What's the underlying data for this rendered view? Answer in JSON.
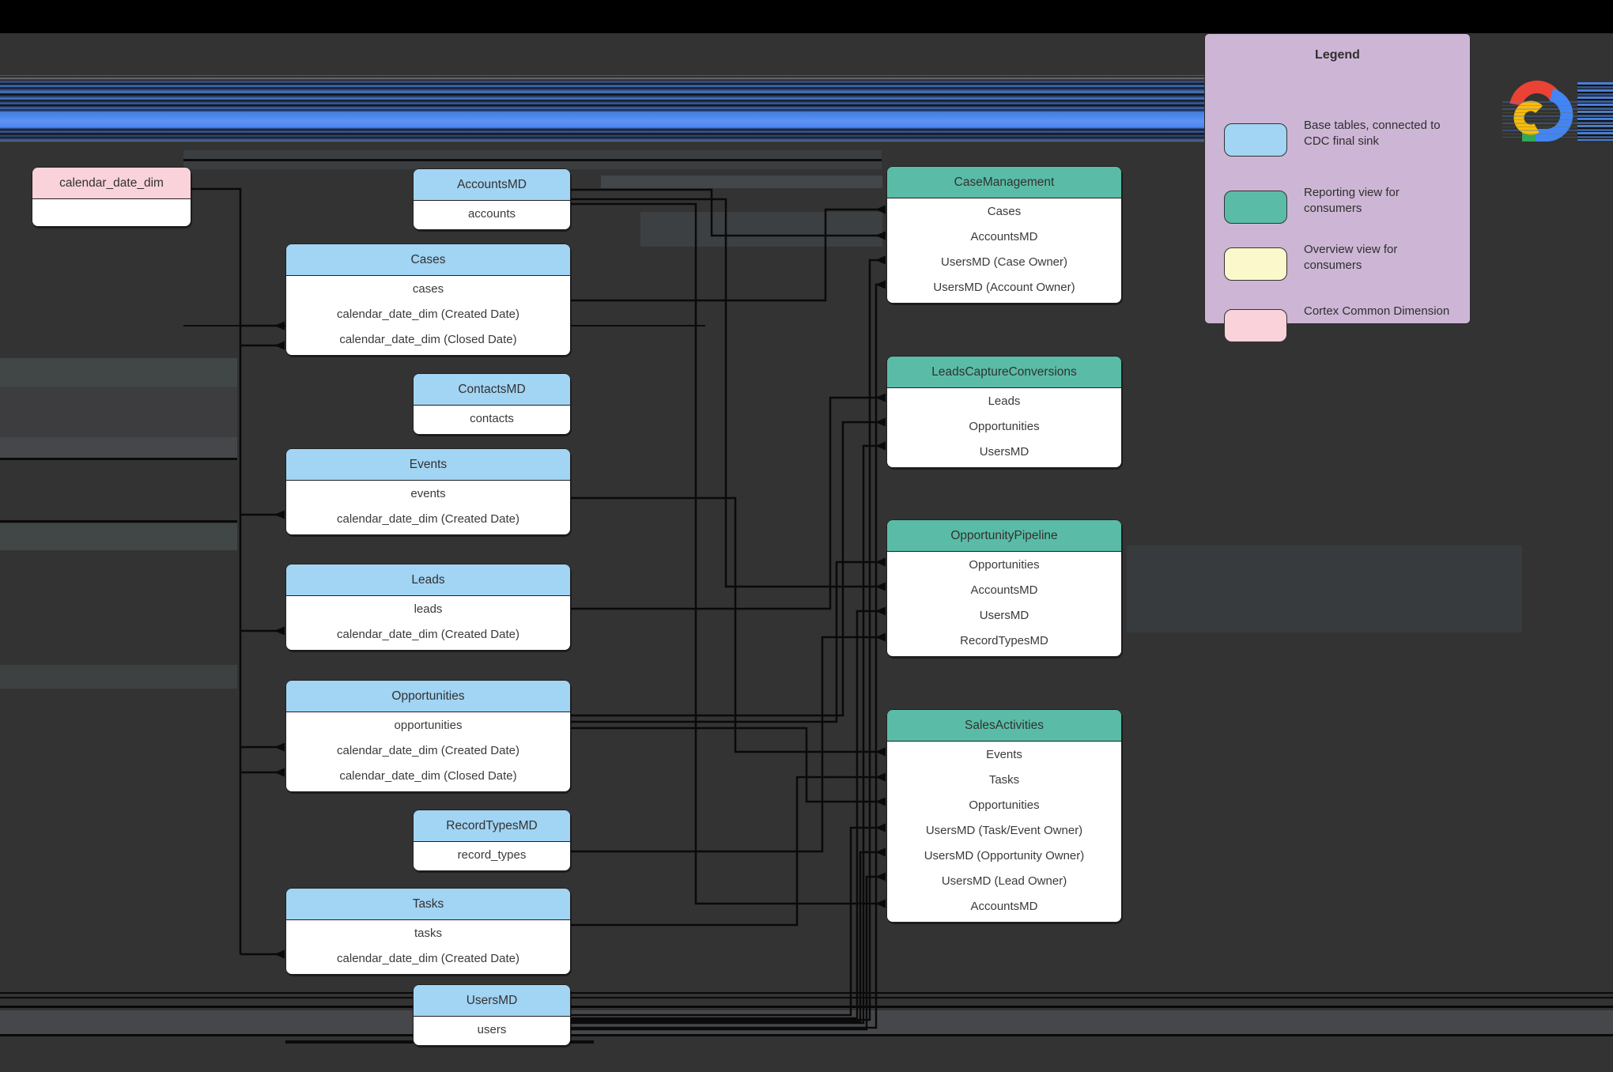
{
  "palette": {
    "background": "#333333",
    "top_bar": "#000000",
    "base_table_header": "#a2d4f4",
    "reporting_view_header": "#5abca6",
    "overview_view": "#fbf9cb",
    "cortex_dimension_header": "#f9d2da",
    "legend_background": "#cdb6d5",
    "connector_line": "#0a0a0a",
    "glitch_blue_stripe": "#4b86f0"
  },
  "legend": {
    "title": "Legend",
    "items": [
      {
        "label": "Base tables, connected to CDC final sink",
        "color": "#a2d4f4"
      },
      {
        "label": "Reporting view for consumers",
        "color": "#5abca6"
      },
      {
        "label": "Overview view for consumers",
        "color": "#fbf9cb"
      },
      {
        "label": "Cortex Common Dimension",
        "color": "#f9d2da"
      }
    ]
  },
  "logo": {
    "name": "Google Cloud"
  },
  "entities": [
    {
      "id": "calendar_date_dim",
      "kind": "dimension",
      "title": "calendar_date_dim",
      "rows": []
    },
    {
      "id": "accountsmd",
      "kind": "base",
      "title": "AccountsMD",
      "rows": [
        "accounts"
      ]
    },
    {
      "id": "cases",
      "kind": "base",
      "title": "Cases",
      "rows": [
        "cases",
        "calendar_date_dim (Created Date)",
        "calendar_date_dim (Closed Date)"
      ]
    },
    {
      "id": "contactsmd",
      "kind": "base",
      "title": "ContactsMD",
      "rows": [
        "contacts"
      ]
    },
    {
      "id": "events",
      "kind": "base",
      "title": "Events",
      "rows": [
        "events",
        "calendar_date_dim (Created Date)"
      ]
    },
    {
      "id": "leads",
      "kind": "base",
      "title": "Leads",
      "rows": [
        "leads",
        "calendar_date_dim (Created Date)"
      ]
    },
    {
      "id": "opportunities",
      "kind": "base",
      "title": "Opportunities",
      "rows": [
        "opportunities",
        "calendar_date_dim (Created Date)",
        "calendar_date_dim (Closed Date)"
      ]
    },
    {
      "id": "recordtypesmd",
      "kind": "base",
      "title": "RecordTypesMD",
      "rows": [
        "record_types"
      ]
    },
    {
      "id": "tasks",
      "kind": "base",
      "title": "Tasks",
      "rows": [
        "tasks",
        "calendar_date_dim (Created Date)"
      ]
    },
    {
      "id": "usersmd",
      "kind": "base",
      "title": "UsersMD",
      "rows": [
        "users"
      ]
    },
    {
      "id": "casemanagement",
      "kind": "view",
      "title": "CaseManagement",
      "rows": [
        "Cases",
        "AccountsMD",
        "UsersMD (Case Owner)",
        "UsersMD (Account Owner)"
      ]
    },
    {
      "id": "leadscaptureconversions",
      "kind": "view",
      "title": "LeadsCaptureConversions",
      "rows": [
        "Leads",
        "Opportunities",
        "UsersMD"
      ]
    },
    {
      "id": "opportunitypipeline",
      "kind": "view",
      "title": "OpportunityPipeline",
      "rows": [
        "Opportunities",
        "AccountsMD",
        "UsersMD",
        "RecordTypesMD"
      ]
    },
    {
      "id": "salesactivities",
      "kind": "view",
      "title": "SalesActivities",
      "rows": [
        "Events",
        "Tasks",
        "Opportunities",
        "UsersMD (Task/Event Owner)",
        "UsersMD (Opportunity Owner)",
        "UsersMD (Lead Owner)",
        "AccountsMD"
      ]
    }
  ]
}
